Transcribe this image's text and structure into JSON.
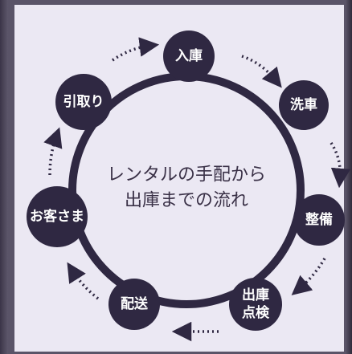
{
  "center": {
    "line1": "レンタルの手配から",
    "line2": "出庫までの流れ"
  },
  "steps": [
    {
      "label": "入庫"
    },
    {
      "label": "洗車"
    },
    {
      "label": "整備"
    },
    {
      "label": "出庫",
      "label2": "点検"
    },
    {
      "label": "配送"
    },
    {
      "label": "お客さま"
    },
    {
      "label": "引取り"
    }
  ],
  "colors": {
    "panel": "#ebe8f3",
    "ring": "#2f2842",
    "node": "#2f2842",
    "arrow": "#2f2842",
    "text_on_node": "#ffffff",
    "center_text": "#3a3147"
  }
}
